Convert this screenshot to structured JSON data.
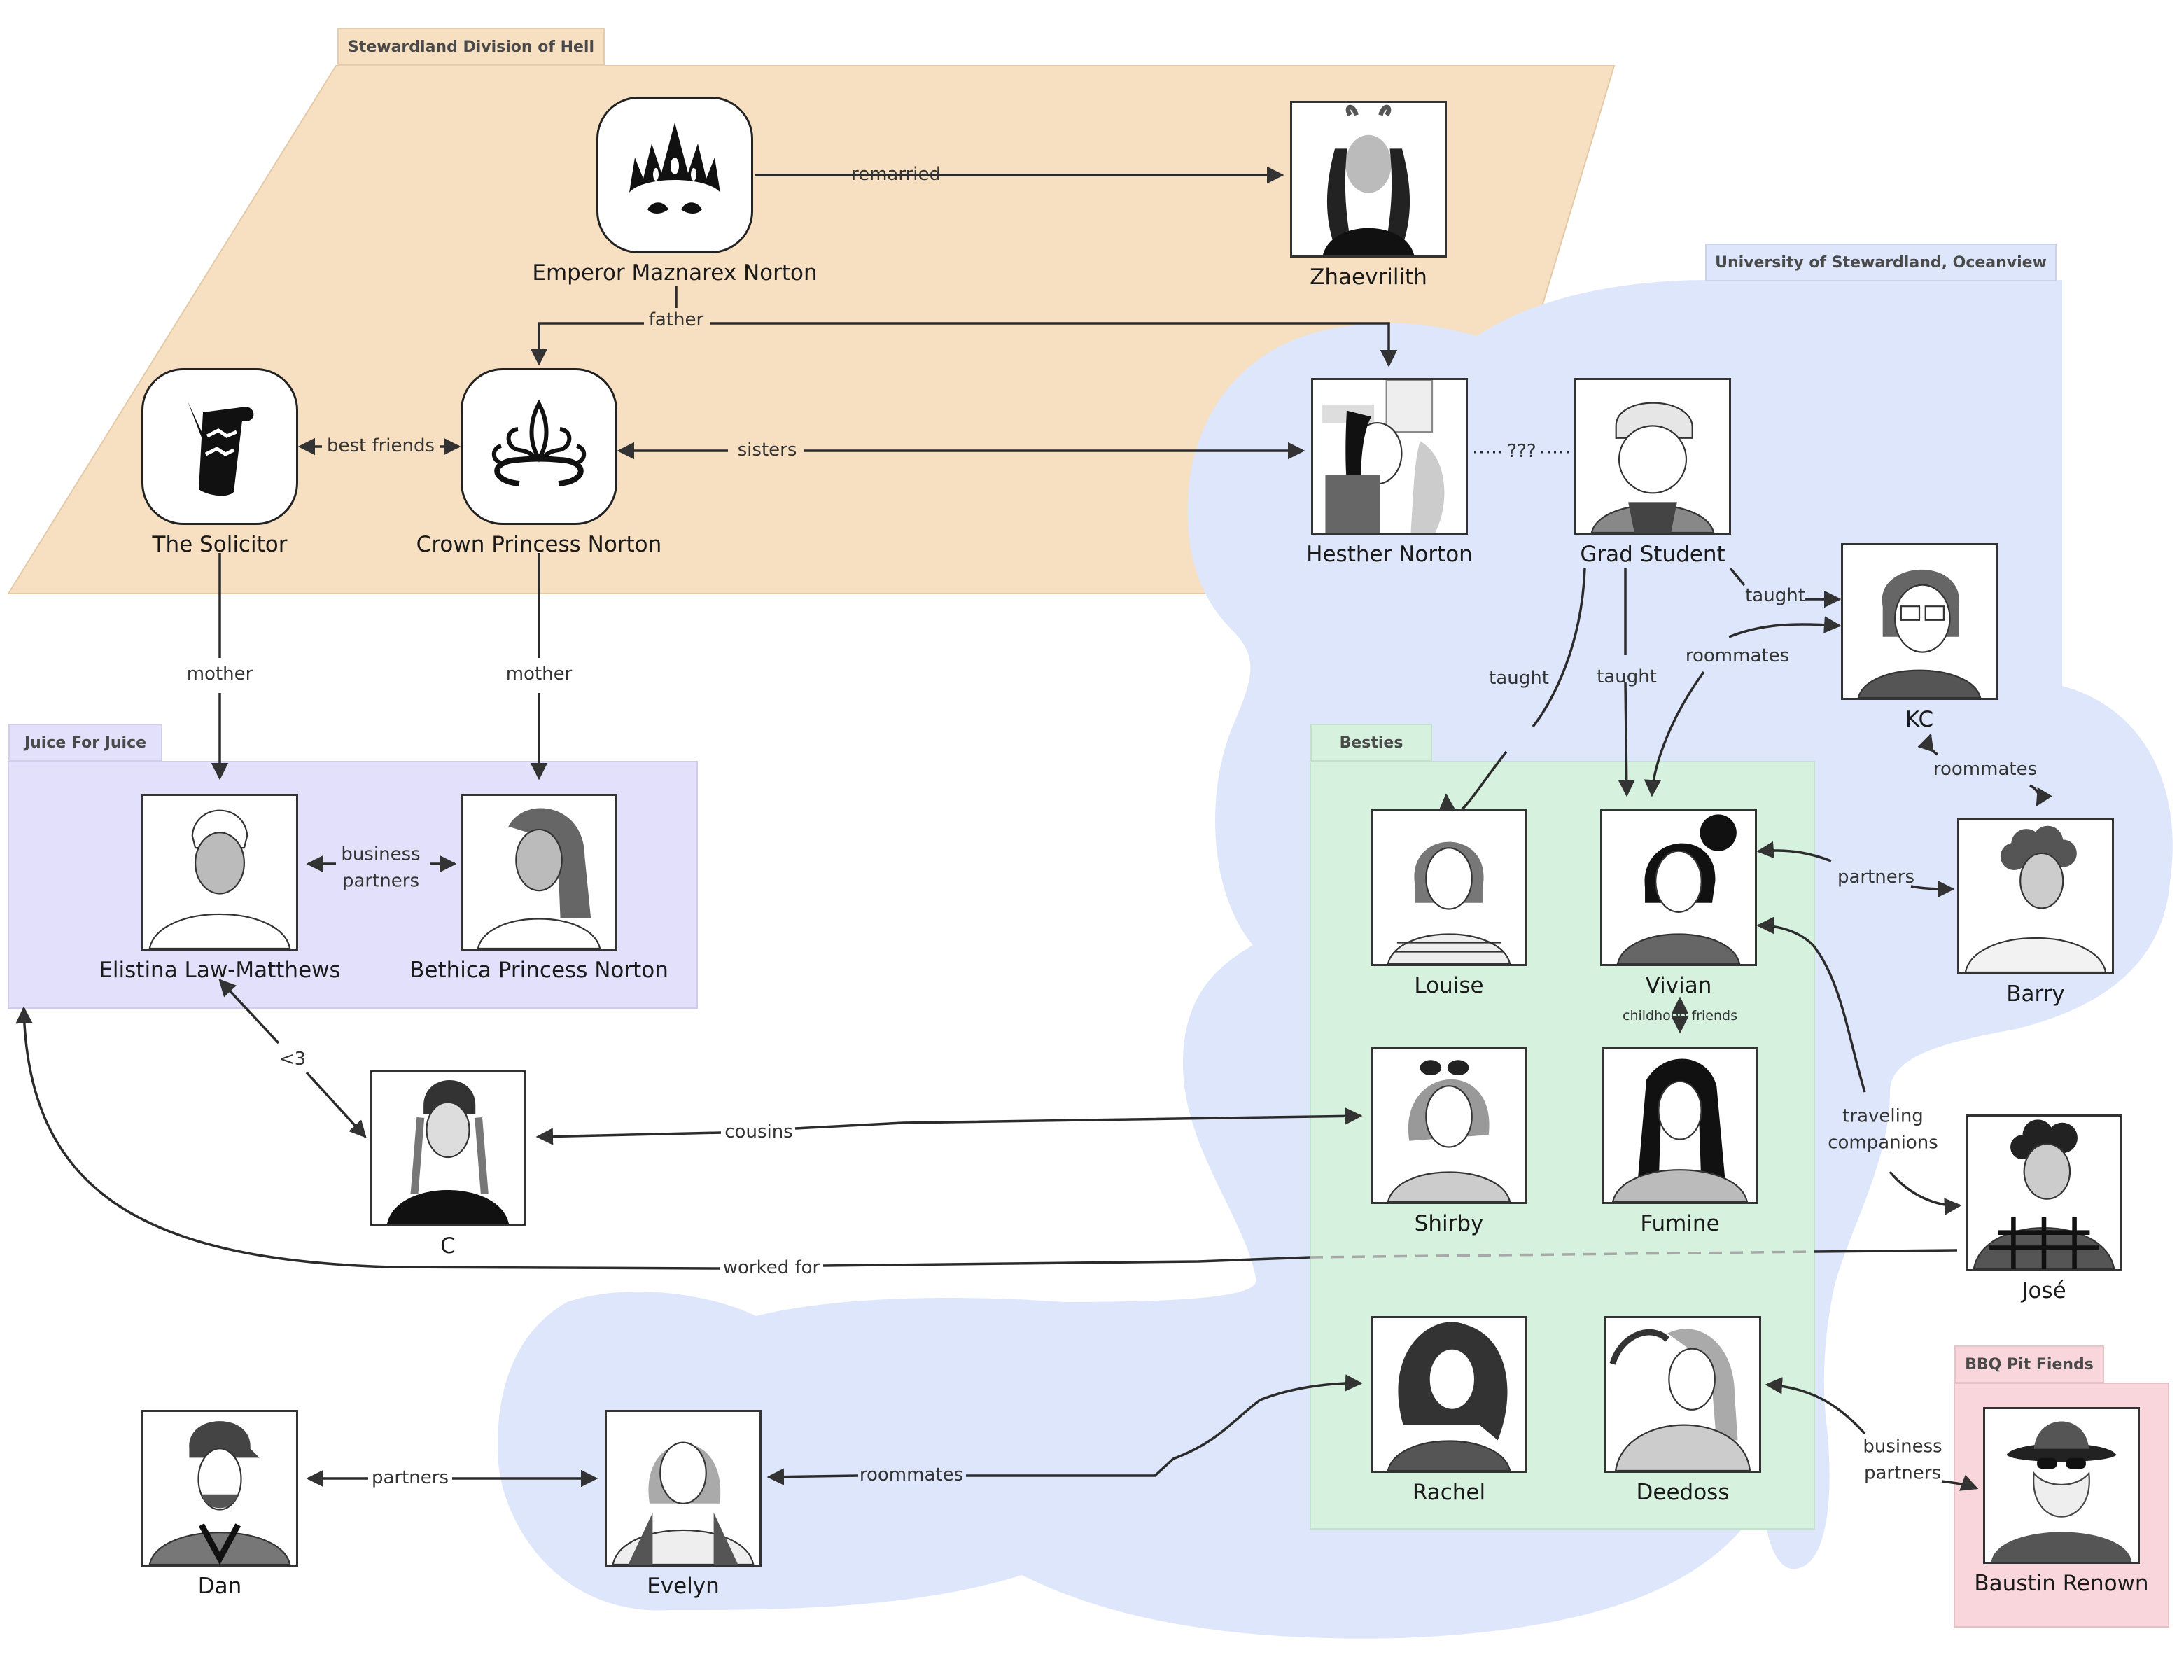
{
  "title": "Character relationship map",
  "groups": {
    "hell": {
      "label": "Stewardland Division of Hell",
      "color": "#f7dfc2"
    },
    "university": {
      "label": "University of Stewardland, Oceanview",
      "color": "#dde6fb"
    },
    "juice": {
      "label": "Juice For Juice",
      "color": "#e3e0fb"
    },
    "besties": {
      "label": "Besties",
      "color": "#d6f2df"
    },
    "bbq": {
      "label": "BBQ Pit Fiends",
      "color": "#f8d6dc"
    }
  },
  "characters": {
    "emperor": {
      "name": "Emperor Maznarex Norton",
      "icon": "demon-crown-mask-icon"
    },
    "zhaevrilith": {
      "name": "Zhaevrilith",
      "icon": "horned-woman-portrait"
    },
    "solicitor": {
      "name": "The Solicitor",
      "icon": "quill-scroll-icon"
    },
    "crown_princess": {
      "name": "Crown Princess Norton",
      "icon": "tiara-icon"
    },
    "hesther": {
      "name": "Hesther Norton",
      "icon": "collage-portrait"
    },
    "grad_student": {
      "name": "Grad Student",
      "icon": "beanie-portrait"
    },
    "kc": {
      "name": "KC",
      "icon": "glasses-portrait"
    },
    "elistina": {
      "name": "Elistina Law-Matthews",
      "icon": "short-hair-portrait"
    },
    "bethica": {
      "name": "Bethica Princess Norton",
      "icon": "long-hair-portrait"
    },
    "louise": {
      "name": "Louise",
      "icon": "bob-hair-portrait"
    },
    "vivian": {
      "name": "Vivian",
      "icon": "bun-hair-portrait"
    },
    "barry": {
      "name": "Barry",
      "icon": "curly-hair-portrait"
    },
    "c": {
      "name": "C",
      "icon": "cap-portrait"
    },
    "shirby": {
      "name": "Shirby",
      "icon": "sunglasses-portrait"
    },
    "fumine": {
      "name": "Fumine",
      "icon": "long-black-hair-portrait"
    },
    "jose": {
      "name": "José",
      "icon": "plaid-shirt-portrait"
    },
    "rachel": {
      "name": "Rachel",
      "icon": "curly-long-hair-portrait"
    },
    "deedoss": {
      "name": "Deedoss",
      "icon": "wavy-hair-portrait"
    },
    "baustin": {
      "name": "Baustin Renown",
      "icon": "cowboy-beard-portrait"
    },
    "dan": {
      "name": "Dan",
      "icon": "backwards-cap-portrait"
    },
    "evelyn": {
      "name": "Evelyn",
      "icon": "cardigan-portrait"
    }
  },
  "relationships": [
    {
      "id": "remarried",
      "label": "remarried",
      "from": "emperor",
      "to": "zhaevrilith",
      "direction": "forward"
    },
    {
      "id": "father",
      "label": "father",
      "from": "emperor",
      "to": [
        "crown_princess",
        "hesther"
      ],
      "direction": "forward"
    },
    {
      "id": "best_friends",
      "label": "best friends",
      "from": "solicitor",
      "to": "crown_princess",
      "direction": "both"
    },
    {
      "id": "sisters",
      "label": "sisters",
      "from": "crown_princess",
      "to": "hesther",
      "direction": "both"
    },
    {
      "id": "unknown",
      "label": "???",
      "from": "hesther",
      "to": "grad_student",
      "direction": "none",
      "style": "dotted"
    },
    {
      "id": "taught_kc",
      "label": "taught",
      "from": "grad_student",
      "to": "kc",
      "direction": "forward"
    },
    {
      "id": "taught_louise",
      "label": "taught",
      "from": "grad_student",
      "to": "louise",
      "direction": "forward"
    },
    {
      "id": "taught_vivian",
      "label": "taught",
      "from": "grad_student",
      "to": "vivian",
      "direction": "forward"
    },
    {
      "id": "roommates_vivian_kc",
      "label": "roommates",
      "from": "vivian",
      "to": "kc",
      "direction": "both"
    },
    {
      "id": "roommates_kc_barry",
      "label": "roommates",
      "from": "kc",
      "to": "barry",
      "direction": "both"
    },
    {
      "id": "mother_elistina",
      "label": "mother",
      "from": "solicitor",
      "to": "elistina",
      "direction": "forward"
    },
    {
      "id": "mother_bethica",
      "label": "mother",
      "from": "crown_princess",
      "to": "bethica",
      "direction": "forward"
    },
    {
      "id": "business_partners_juice",
      "label": "business\npartners",
      "from": "elistina",
      "to": "bethica",
      "direction": "both"
    },
    {
      "id": "partners_vivian_barry",
      "label": "partners",
      "from": "vivian",
      "to": "barry",
      "direction": "both"
    },
    {
      "id": "childhood_friends",
      "label": "childhood friends",
      "from": "vivian",
      "to": "fumine",
      "direction": "both"
    },
    {
      "id": "love",
      "label": "<3",
      "from": "elistina",
      "to": "c",
      "direction": "both"
    },
    {
      "id": "cousins",
      "label": "cousins",
      "from": "c",
      "to": "shirby",
      "direction": "both"
    },
    {
      "id": "traveling_companions",
      "label": "traveling\ncompanions",
      "from": "vivian",
      "to": "jose",
      "direction": "both"
    },
    {
      "id": "worked_for",
      "label": "worked for",
      "from": "jose",
      "to": "juice",
      "direction": "forward"
    },
    {
      "id": "partners_dan_evelyn",
      "label": "partners",
      "from": "dan",
      "to": "evelyn",
      "direction": "both"
    },
    {
      "id": "roommates_evelyn_rachel",
      "label": "roommates",
      "from": "evelyn",
      "to": "rachel",
      "direction": "both"
    },
    {
      "id": "business_partners_bbq",
      "label": "business\npartners",
      "from": "deedoss",
      "to": "baustin",
      "direction": "both"
    }
  ]
}
